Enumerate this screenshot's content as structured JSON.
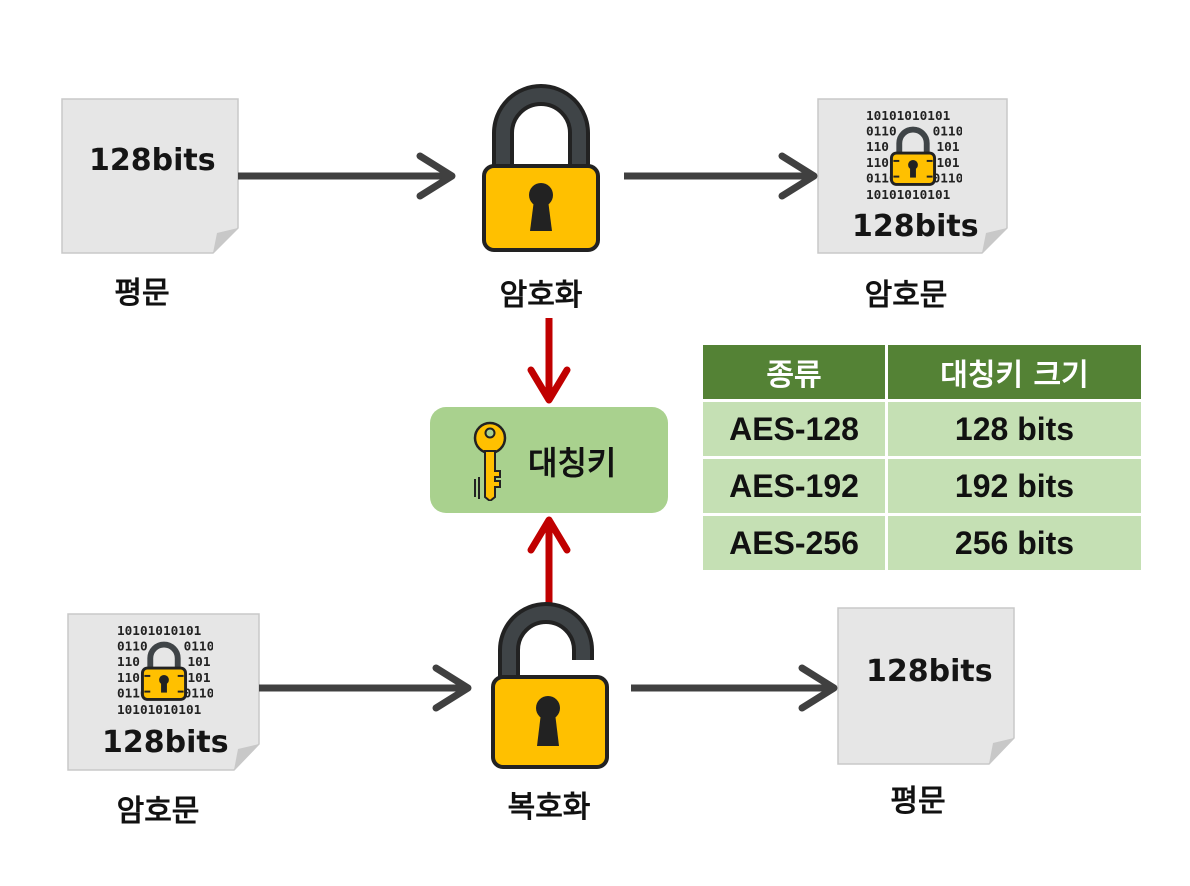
{
  "encrypt_row": {
    "plaintext_doc_text": "128bits",
    "plaintext_caption": "평문",
    "lock_caption": "암호화",
    "ciphertext_doc_text": "128bits",
    "ciphertext_caption": "암호문"
  },
  "decrypt_row": {
    "ciphertext_doc_text": "128bits",
    "ciphertext_caption": "암호문",
    "lock_caption": "복호화",
    "plaintext_doc_text": "128bits",
    "plaintext_caption": "평문"
  },
  "key": {
    "label": "대칭키"
  },
  "table": {
    "headers": [
      "종류",
      "대칭키 크기"
    ],
    "rows": [
      [
        "AES-128",
        "128 bits"
      ],
      [
        "AES-192",
        "192 bits"
      ],
      [
        "AES-256",
        "256 bits"
      ]
    ]
  },
  "colors": {
    "arrow": "#404040",
    "key_arrow": "#c00000",
    "lock_body": "#ffc000",
    "shackle": "#3f4447",
    "key_box": "#a9d18e",
    "table_header": "#548235",
    "table_cell": "#c5e0b4",
    "document": "#e6e6e6"
  },
  "icons": [
    "document-icon",
    "lock-closed-icon",
    "lock-open-icon",
    "binary-lock-icon",
    "key-icon"
  ]
}
